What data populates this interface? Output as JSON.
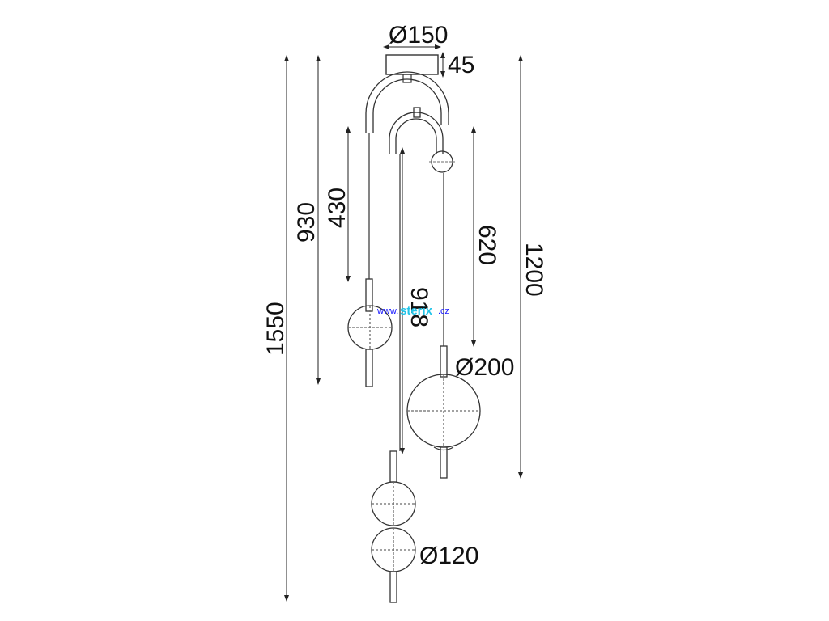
{
  "dimensions": {
    "canopy_diameter": "Ø150",
    "canopy_height": "45",
    "total_height": "1550",
    "drop_930": "930",
    "drop_430": "430",
    "drop_918": "918",
    "drop_620": "620",
    "drop_1200": "1200",
    "globe_large": "Ø200",
    "globe_small": "Ø120"
  },
  "watermark": {
    "prefix": "www.",
    "brand": "sterix",
    "suffix": ".cz"
  },
  "colors": {
    "line": "#333333",
    "dashed": "#6b6b6b",
    "watermark_blue": "#1a1aff",
    "watermark_cyan": "#22c4e8"
  }
}
